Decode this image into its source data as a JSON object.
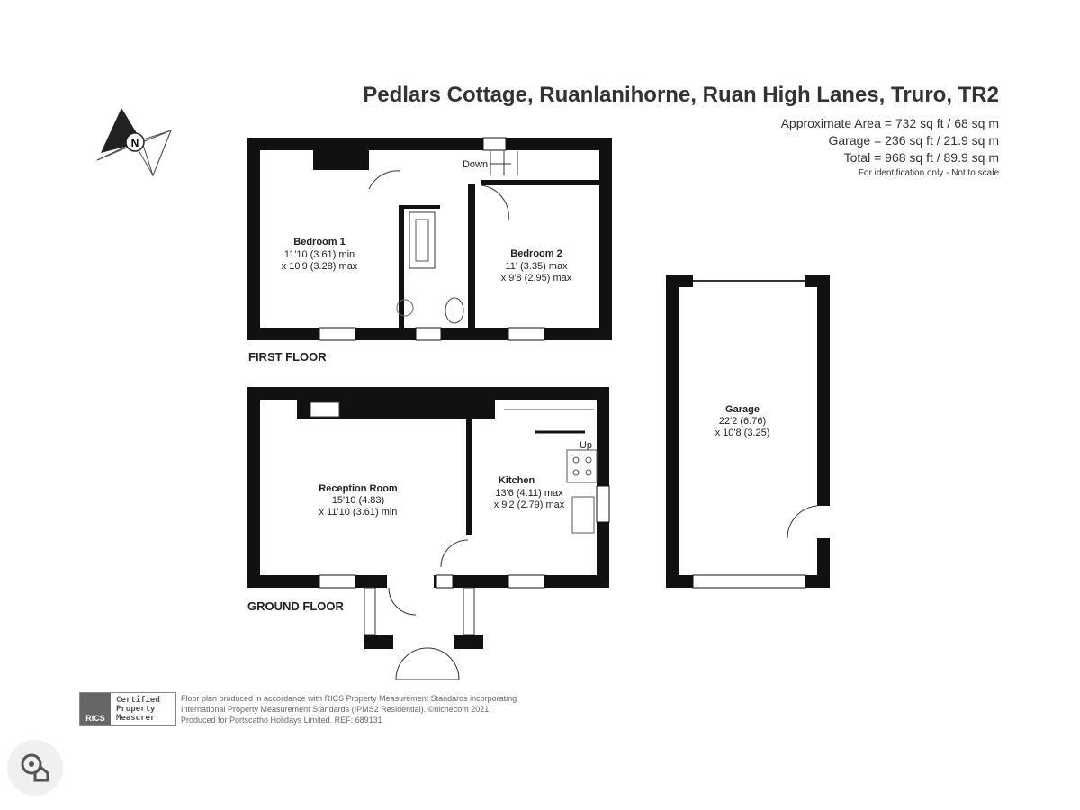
{
  "header": {
    "title": "Pedlars Cottage, Ruanlanihorne, Ruan High Lanes, Truro, TR2",
    "approx_area": "Approximate Area = 732 sq ft / 68 sq m",
    "garage_area": "Garage = 236 sq ft / 21.9 sq m",
    "total_area": "Total = 968 sq ft / 89.9 sq m",
    "note": "For identification only - Not to scale"
  },
  "compass": {
    "label": "N"
  },
  "first_floor": {
    "label": "FIRST FLOOR",
    "stairs": "Down",
    "bedroom1": {
      "name": "Bedroom 1",
      "dim1": "11'10 (3.61) min",
      "dim2": "x 10'9 (3.28) max"
    },
    "bedroom2": {
      "name": "Bedroom 2",
      "dim1": "11' (3.35) max",
      "dim2": "x 9'8 (2.95) max"
    }
  },
  "ground_floor": {
    "label": "GROUND FLOOR",
    "stairs": "Up",
    "reception": {
      "name": "Reception Room",
      "dim1": "15'10 (4.83)",
      "dim2": "x 11'10 (3.61) min"
    },
    "kitchen": {
      "name": "Kitchen",
      "dim1": "13'6 (4.11) max",
      "dim2": "x 9'2 (2.79) max"
    }
  },
  "garage": {
    "name": "Garage",
    "dim1": "22'2 (6.76)",
    "dim2": "x 10'8 (3.25)"
  },
  "footer": {
    "rics_logo": "RICS",
    "cert1": "Certified",
    "cert2": "Property",
    "cert3": "Measurer",
    "line1": "Floor plan produced in accordance with RICS Property Measurement Standards incorporating",
    "line2": "International Property Measurement Standards (IPMS2 Residential).   ©nichecom 2021.",
    "line3": "Produced for Portscatho Holidays Limited.   REF: 689131"
  }
}
